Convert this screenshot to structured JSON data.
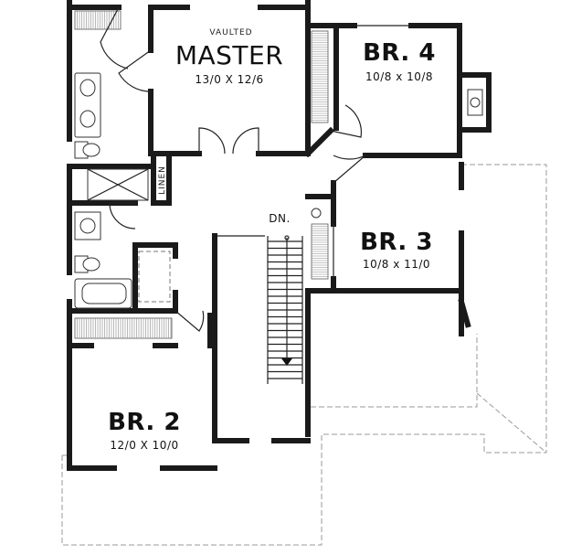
{
  "rooms": {
    "master": {
      "name": "MASTER",
      "dims": "13/0 X 12/6",
      "ceiling": "VAULTED"
    },
    "br4": {
      "name": "BR. 4",
      "dims": "10/8 x 10/8"
    },
    "br3": {
      "name": "BR. 3",
      "dims": "10/8 x 11/0"
    },
    "br2": {
      "name": "BR. 2",
      "dims": "12/0 X 10/0"
    }
  },
  "labels": {
    "linen": "LINEN",
    "stairs_down": "DN."
  },
  "colors": {
    "wall": "#1a1a1a",
    "roof_outline": "#9a9a9a",
    "background": "#ffffff"
  }
}
